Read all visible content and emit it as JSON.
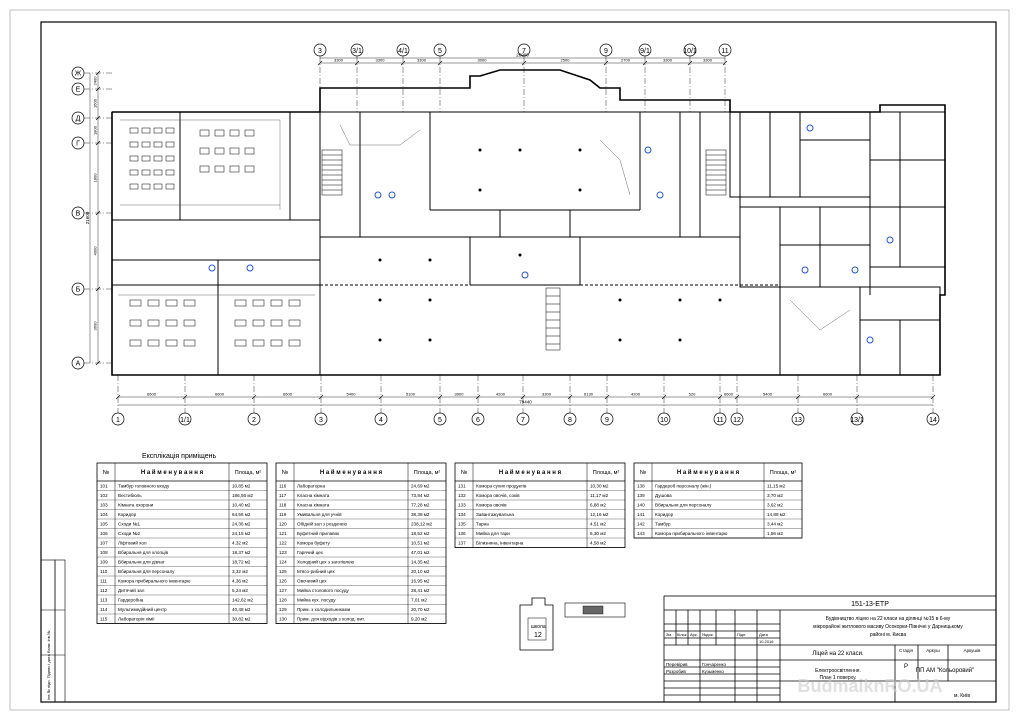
{
  "grid_top": [
    "3",
    "3/1",
    "4/1",
    "5",
    "7",
    "9",
    "9/1",
    "10/1",
    "11"
  ],
  "grid_bottom": [
    "1",
    "1/1",
    "2",
    "3",
    "4",
    "5",
    "6",
    "7",
    "8",
    "9",
    "10",
    "11",
    "12",
    "13",
    "13/1",
    "14"
  ],
  "grid_left": [
    "Ж",
    "Е",
    "Д",
    "Г",
    "В",
    "Б",
    "А"
  ],
  "dims_top": [
    "3300",
    "3300",
    "3300",
    "3000",
    "2500",
    "2700",
    "3300",
    "3300",
    "3000"
  ],
  "dim_top_total": "26900",
  "dims_bottom": [
    "6600",
    "6600",
    "6600",
    "5400",
    "5100",
    "3900",
    "4200",
    "3300",
    "6130",
    "4200",
    "520",
    "6600",
    "5400",
    "6600"
  ],
  "dim_bottom_total": "79440",
  "dims_left": [
    "2400",
    "1600",
    "1800",
    "1800",
    "4000",
    "3600"
  ],
  "dim_left_total": "21600",
  "explication_title": "Експлікація приміщень",
  "col_headers": {
    "n": "№",
    "name": "Н а й м е н у в а н н я",
    "area": "Площа, м²"
  },
  "rooms_col1": [
    [
      "101",
      "Тамбур головного входу",
      "10,85 м2"
    ],
    [
      "102",
      "Вестибюль",
      "186,56 м2"
    ],
    [
      "103",
      "Кімната охорони",
      "10,40 м2"
    ],
    [
      "104",
      "Коридор",
      "64,56 м2"
    ],
    [
      "105",
      "Сходи №1",
      "24,36 м2"
    ],
    [
      "106",
      "Сходи №2",
      "24,15 м2"
    ],
    [
      "107",
      "Ліфтовий хол",
      "4,32 м2"
    ],
    [
      "108",
      "Вбиральня для хлопців",
      "18,37 м2"
    ],
    [
      "109",
      "Вбиральня для дівчат",
      "18,72 м2"
    ],
    [
      "110",
      "Вбиральня для персоналу",
      "3,32 м2"
    ],
    [
      "111",
      "Комора прибирального інвентарю",
      "4,36 м2"
    ],
    [
      "112",
      "Дитячий зал",
      "5,24 м2"
    ],
    [
      "113",
      "Гардеробна",
      "142,62 м2"
    ],
    [
      "114",
      "Мультимедійний центр",
      "40,48 м2"
    ],
    [
      "115",
      "Лабораторія хімії",
      "30,82 м2"
    ]
  ],
  "rooms_col2": [
    [
      "116",
      "Лабораторна",
      "24,69 м2"
    ],
    [
      "117",
      "Класна кімната",
      "73,84 м2"
    ],
    [
      "118",
      "Класна кімната",
      "77,28 м2"
    ],
    [
      "119",
      "Умивальня для учнів",
      "38,38 м2"
    ],
    [
      "120",
      "Обідній зал з роздачею",
      "238,12 м2"
    ],
    [
      "121",
      "Буфетний прилавок",
      "18,52 м2"
    ],
    [
      "122",
      "Комора буфету",
      "10,51 м2"
    ],
    [
      "123",
      "Гарячий цех",
      "47,01 м2"
    ],
    [
      "124",
      "Холодний цех з заготівлею",
      "14,35 м2"
    ],
    [
      "125",
      "М'ясо-рибний цех",
      "20,10 м2"
    ],
    [
      "126",
      "Овочевий цех",
      "16,95 м2"
    ],
    [
      "127",
      "Мийка столового посуду",
      "28,41 м2"
    ],
    [
      "128",
      "Мийка кух. посуду",
      "7,01 м2"
    ],
    [
      "129",
      "Прим. з холодильниками",
      "20,70 м2"
    ],
    [
      "130",
      "Прим. для відходів з холод. вит.",
      "9,20 м2"
    ]
  ],
  "rooms_col3": [
    [
      "131",
      "Комора сухих продуктів",
      "10,30 м2"
    ],
    [
      "132",
      "Комора овочів, соків",
      "11,17 м2"
    ],
    [
      "133",
      "Комора овочів",
      "6,88 м2"
    ],
    [
      "134",
      "Завантажувальна",
      "12,16 м2"
    ],
    [
      "135",
      "Тарна",
      "4,51 м2"
    ],
    [
      "136",
      "Мийка для тари",
      "6,30 м2"
    ],
    [
      "137",
      "Білизняна, інвентарна",
      "4,58 м2"
    ]
  ],
  "rooms_col4": [
    [
      "138",
      "Гардероб персоналу (жін.)",
      "11,15 м2"
    ],
    [
      "139",
      "Душова",
      "3,70 м2"
    ],
    [
      "140",
      "Вбиральня для персоналу",
      "3,62 м2"
    ],
    [
      "141",
      "Коридор",
      "14,88 м2"
    ],
    [
      "142",
      "Тамбур",
      "3,44 м2"
    ],
    [
      "143",
      "Комора прибирального інвентарю",
      "1,56 м2"
    ]
  ],
  "keyplan_label": "школа",
  "keyplan_num": "12",
  "stamp": {
    "code": "151-13-ЕТР",
    "project_line1": "Будівництво ліцею на 22 класи на ділянці №15 в 6-му",
    "project_line2": "мікрорайоні житлового масиву Осокорки-Північні у Дарницькому",
    "project_line3": "районі м. Києва",
    "building": "Ліцей на 22 класи.",
    "drawing1": "Електроосвітлення.",
    "drawing2": "План 1 поверху.",
    "col_labels": [
      "Зм.",
      "Кільк.",
      "Арк.",
      "№док.",
      "Підп.",
      "Дата"
    ],
    "date": "10.2016",
    "role1": "Перевірив",
    "name1": "Гончаренко",
    "role2": "Розробив",
    "name2": "Кузьменко",
    "stage_h": "Стадія",
    "sheet_h": "Аркуш",
    "sheets_h": "Аркушів",
    "stage": "Р",
    "org": "ПП АМ \"Кольоровий\"",
    "city": "м. Київ"
  },
  "side_stamp": "Інв.№ підп.   Підпис і дата   Взам. інв.№",
  "watermark": "BudmaiknRO.UA"
}
